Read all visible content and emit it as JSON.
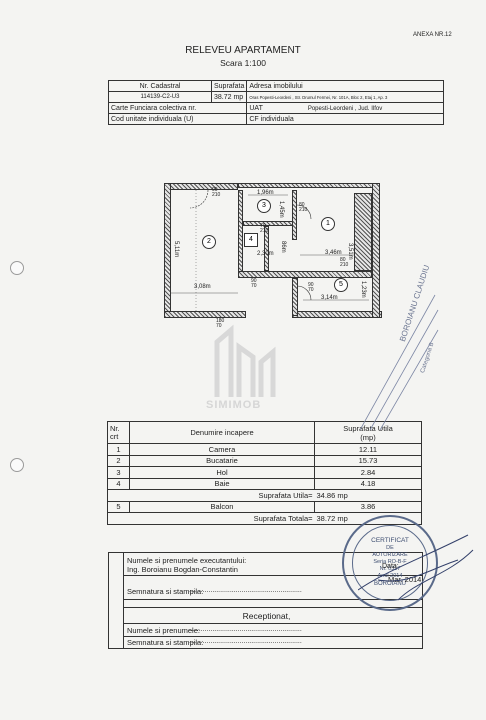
{
  "annex": "ANEXA NR.12",
  "title": "RELEVEU APARTAMENT",
  "scale": "Scara 1:100",
  "cadastre": {
    "h_nr": "Nr. Cadastral",
    "h_area": "Suprafata",
    "h_addr": "Adresa imobilului",
    "nr": "114139-C2-U3",
    "area": "38.72 mp",
    "addr": "Oras Popesti-Leordeni , Str. Drumul Fermei, Nr. 101A, Bloc 2, Etaj 1, Ap. 3",
    "carte": "Carte Funciara colectiva nr.",
    "uat_label": "UAT",
    "uat": "Popesti-Leordeni , Jud. Ilfov",
    "cod": "Cod unitate individuala (U)",
    "cf": "CF individuala"
  },
  "plan": {
    "dims": [
      "1,96m",
      "1,45m",
      "5,11m",
      "3,08m",
      "2,30m",
      "86m",
      "3,46m",
      "3,51m",
      "3,14m",
      "1,23m"
    ],
    "doors": [
      "90\n210",
      "80\n210",
      "70\n210",
      "80\n210",
      "90\n70",
      "90\n70",
      "180\n70"
    ],
    "rooms": [
      "1",
      "2",
      "3",
      "4",
      "5"
    ]
  },
  "watermark": "SIMIMOB",
  "rooms_table": {
    "h_nr": "Nr.\ncrt",
    "h_name": "Denumire incapere",
    "h_area": "Suprafata Utila\n(mp)",
    "rows": [
      {
        "nr": "1",
        "name": "Camera",
        "area": "12.11"
      },
      {
        "nr": "2",
        "name": "Bucatarie",
        "area": "15.73"
      },
      {
        "nr": "3",
        "name": "Hol",
        "area": "2.84"
      },
      {
        "nr": "4",
        "name": "Baie",
        "area": "4.18"
      }
    ],
    "useful_label": "Suprafata Utila=",
    "useful_value": "34.86 mp",
    "balcony": {
      "nr": "5",
      "name": "Balcon",
      "area": "3.86"
    },
    "total_label": "Suprafata Totala=",
    "total_value": "38.72 mp"
  },
  "executor": {
    "label": "Numele si prenumele executantului:",
    "name": "Ing. Boroianu Bogdan-Constantin",
    "sign": "Semnatura si stampila:",
    "dots": "..........................................................",
    "received": "Receptionat,",
    "name2": "Numele si prenumele:",
    "sign2": "Semnatura si stampila:"
  },
  "stamp": {
    "l1": "CERTIFICAT",
    "l2": "DE",
    "l3": "AUTORIZARE",
    "l4": "Seria RO-B-F",
    "l5": "Nr. 0317",
    "l6": "Anul 2014",
    "l7": "BOROIANU",
    "date_label": "Data:",
    "date_value": "Mar. 2014",
    "side": "BOROIANU CLAUDIU",
    "side2": "Categoria B"
  }
}
